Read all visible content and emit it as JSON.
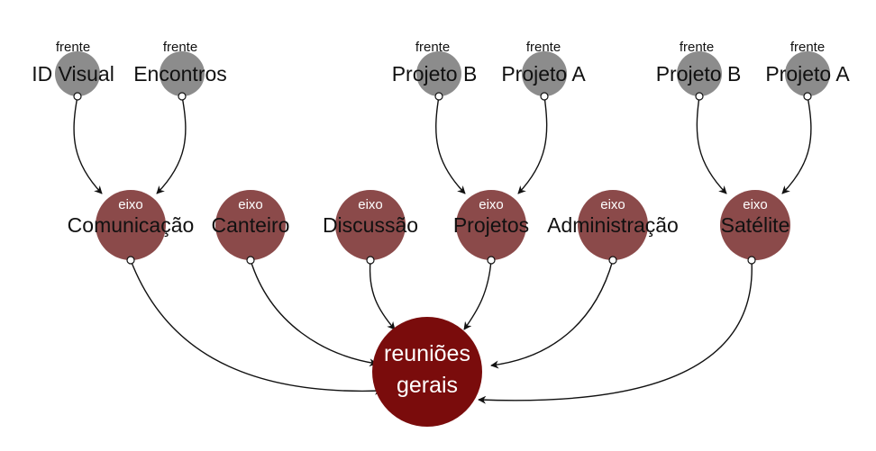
{
  "colors": {
    "frente_node": "#8c8c8c",
    "eixo_node": "#8b4a4a",
    "center_node": "#7a0c0c",
    "edge": "#111111"
  },
  "frentes": [
    {
      "kind": "frente",
      "label": "ID Visual"
    },
    {
      "kind": "frente",
      "label": "Encontros"
    },
    {
      "kind": "frente",
      "label": "Projeto B"
    },
    {
      "kind": "frente",
      "label": "Projeto A"
    },
    {
      "kind": "frente",
      "label": "Projeto B"
    },
    {
      "kind": "frente",
      "label": "Projeto A"
    }
  ],
  "eixos": [
    {
      "kind": "eixo",
      "label": "Comunicação"
    },
    {
      "kind": "eixo",
      "label": "Canteiro"
    },
    {
      "kind": "eixo",
      "label": "Discussão"
    },
    {
      "kind": "eixo",
      "label": "Projetos"
    },
    {
      "kind": "eixo",
      "label": "Administração"
    },
    {
      "kind": "eixo",
      "label": "Satélite"
    }
  ],
  "center": {
    "line1": "reuniões",
    "line2": "gerais"
  },
  "edges": [
    {
      "from": "frente-0",
      "to": "eixo-0"
    },
    {
      "from": "frente-1",
      "to": "eixo-0"
    },
    {
      "from": "frente-2",
      "to": "eixo-3"
    },
    {
      "from": "frente-3",
      "to": "eixo-3"
    },
    {
      "from": "frente-4",
      "to": "eixo-5"
    },
    {
      "from": "frente-5",
      "to": "eixo-5"
    },
    {
      "from": "eixo-0",
      "to": "center"
    },
    {
      "from": "eixo-1",
      "to": "center"
    },
    {
      "from": "eixo-2",
      "to": "center"
    },
    {
      "from": "eixo-3",
      "to": "center"
    },
    {
      "from": "eixo-4",
      "to": "center"
    },
    {
      "from": "eixo-5",
      "to": "center"
    }
  ]
}
